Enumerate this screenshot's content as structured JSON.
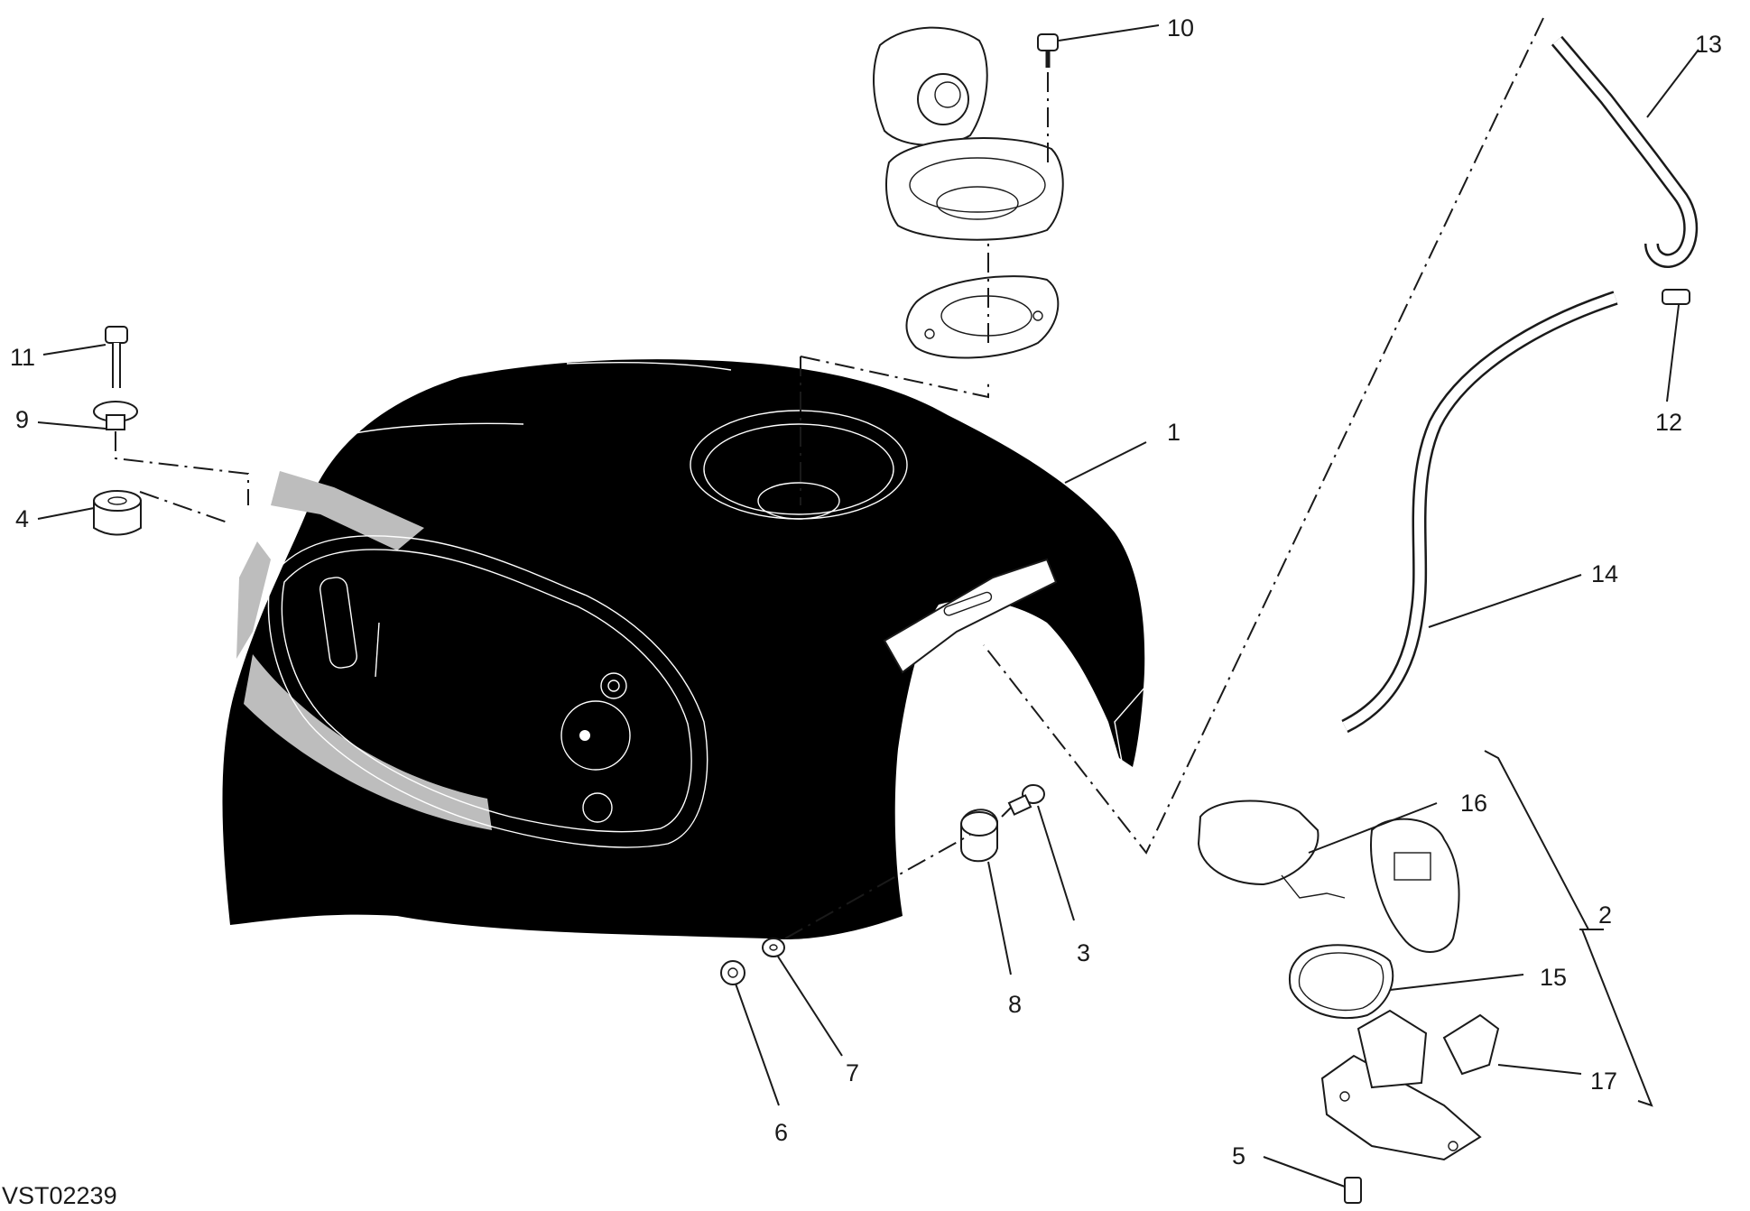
{
  "drawing_code": "VST02239",
  "callouts": [
    {
      "number": "1"
    },
    {
      "number": "2"
    },
    {
      "number": "3"
    },
    {
      "number": "4"
    },
    {
      "number": "5"
    },
    {
      "number": "6"
    },
    {
      "number": "7"
    },
    {
      "number": "8"
    },
    {
      "number": "9"
    },
    {
      "number": "10"
    },
    {
      "number": "11"
    },
    {
      "number": "12"
    },
    {
      "number": "13"
    },
    {
      "number": "14"
    },
    {
      "number": "15"
    },
    {
      "number": "16"
    },
    {
      "number": "17"
    }
  ],
  "colors": {
    "ink": "#1a1a1a",
    "tank_fill": "#000000",
    "stripe": "#bdbdbd",
    "background": "#ffffff"
  }
}
